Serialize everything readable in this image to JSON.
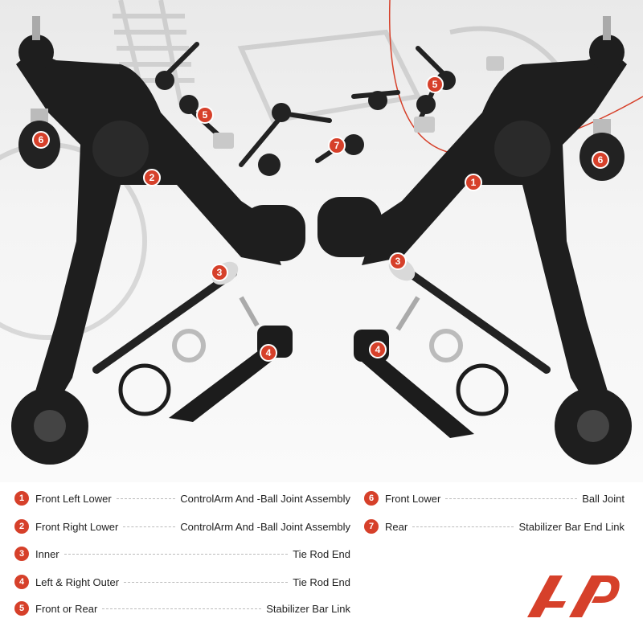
{
  "legend": {
    "left": [
      {
        "num": "1",
        "part": "Front Left Lower",
        "desc": "ControlArm And -Ball Joint Assembly"
      },
      {
        "num": "2",
        "part": "Front Right Lower",
        "desc": "ControlArm And -Ball Joint Assembly"
      },
      {
        "num": "3",
        "part": "Inner",
        "desc": "Tie Rod End"
      },
      {
        "num": "4",
        "part": "Left & Right Outer",
        "desc": "Tie Rod End"
      },
      {
        "num": "5",
        "part": "Front or Rear",
        "desc": "Stabilizer Bar Link"
      }
    ],
    "right": [
      {
        "num": "6",
        "part": "Front Lower",
        "desc": "Ball Joint"
      },
      {
        "num": "7",
        "part": "Rear",
        "desc": "Stabilizer Bar End Link"
      }
    ]
  },
  "photo_badges": [
    "6",
    "2",
    "5",
    "7",
    "5",
    "1",
    "6",
    "3",
    "4",
    "3",
    "4"
  ],
  "colors": {
    "accent": "#d6402a",
    "part_dark": "#1c1c1c",
    "metal": "#bfbfbf"
  }
}
